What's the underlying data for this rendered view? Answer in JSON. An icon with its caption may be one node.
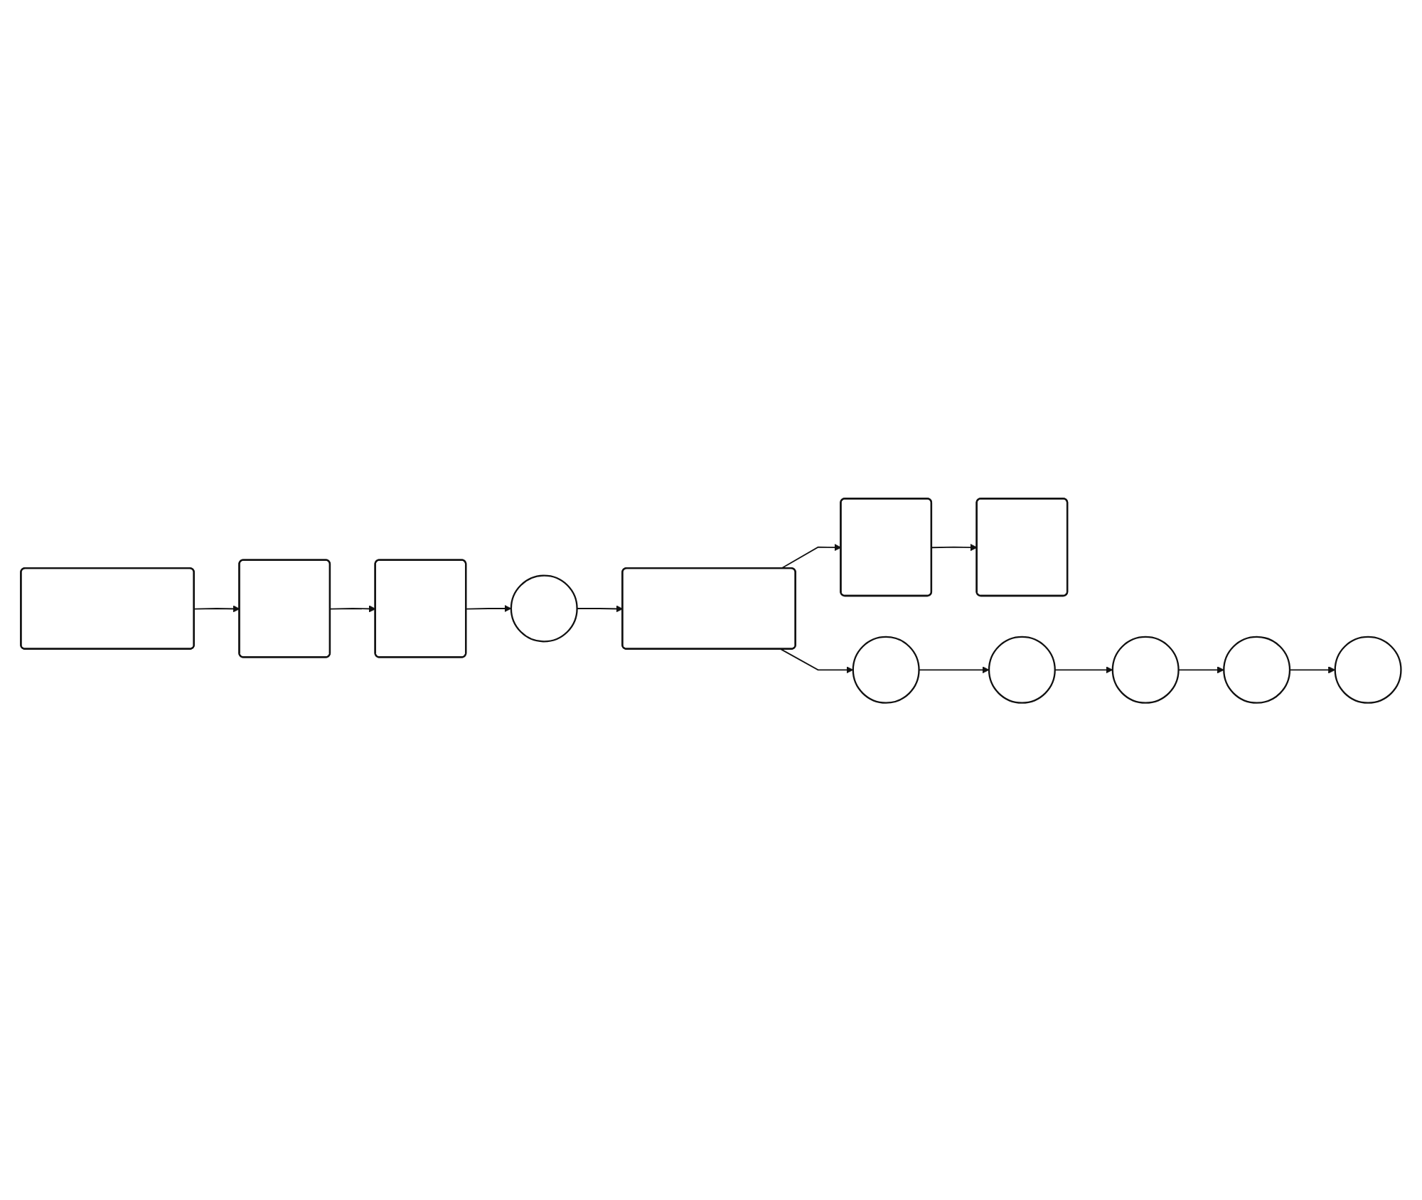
{
  "diagram": {
    "nodes": [
      {
        "text": [],
        "shape": "box"
      },
      {
        "text": [],
        "shape": "box"
      },
      {
        "text": [],
        "shape": "box"
      },
      {
        "text": [],
        "shape": "circle"
      },
      {
        "text": [],
        "shape": "circle"
      },
      {
        "text": [],
        "shape": "box"
      },
      {
        "text": [],
        "shape": "box"
      },
      {
        "text": [],
        "shape": "box"
      },
      {
        "text": [],
        "shape": "circle"
      },
      {
        "text": [],
        "shape": "circle"
      },
      {
        "text": [],
        "shape": "circle"
      },
      {
        "text": [],
        "shape": "circle"
      }
    ],
    "edges": [
      {
        "from": 0,
        "to": 1,
        "arrow": "to"
      },
      {
        "from": 1,
        "to": 2,
        "arrow": "to"
      },
      {
        "from": 2,
        "to": 3,
        "arrow": "to"
      },
      {
        "from": 3,
        "to": 5,
        "arrow": "to"
      },
      {
        "from": 5,
        "to": 4,
        "arrow": "to"
      },
      {
        "from": 5,
        "to": 6,
        "arrow": "to"
      },
      {
        "from": 6,
        "to": 7,
        "arrow": "to"
      },
      {
        "from": 4,
        "to": 8,
        "arrow": "to"
      },
      {
        "from": 8,
        "to": 9,
        "arrow": "to"
      },
      {
        "from": 9,
        "to": 10,
        "arrow": "to"
      },
      {
        "from": 10,
        "to": 11,
        "arrow": "to"
      }
    ]
  }
}
